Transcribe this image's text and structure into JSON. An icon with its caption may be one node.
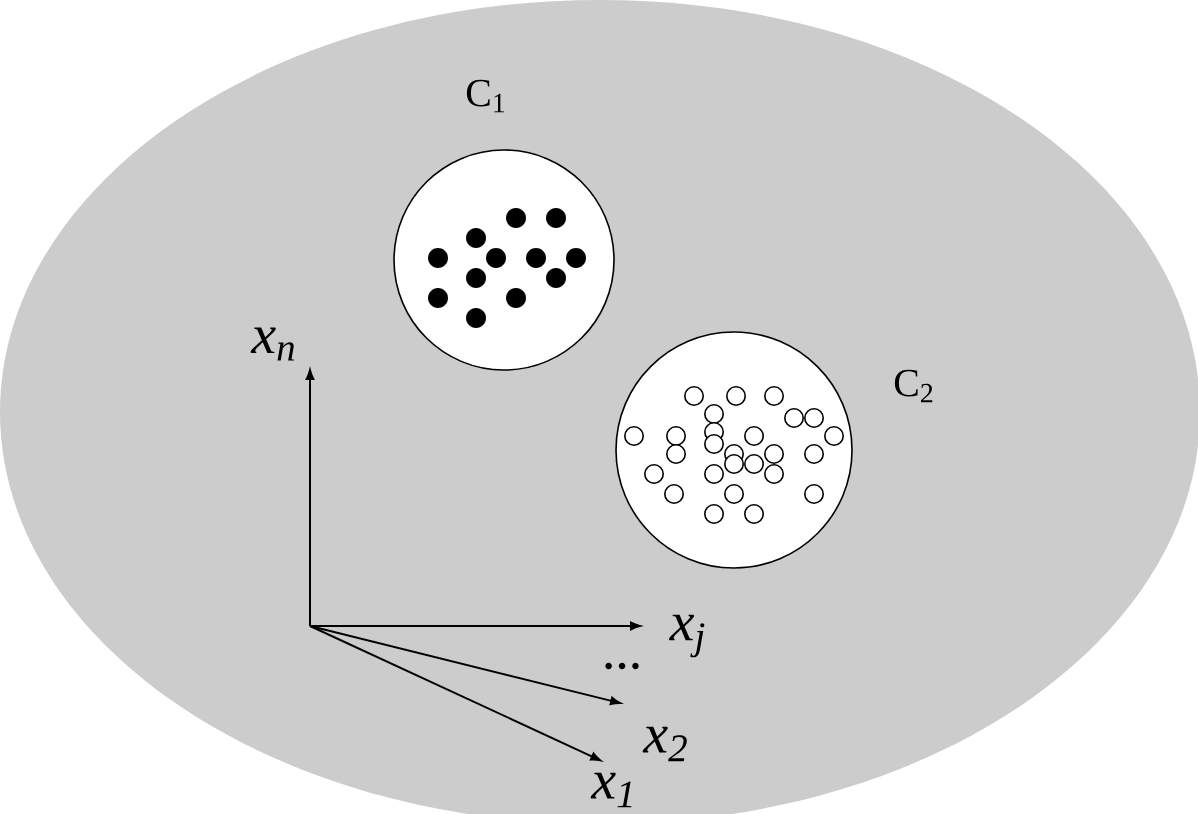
{
  "diagram": {
    "nodes": [
      {
        "text": [],
        "shape": "ellipse"
      },
      {
        "text": [
          "C$_{1}$"
        ],
        "in": 0
      },
      {
        "text": [
          "C$_{2}$"
        ],
        "in": 0
      }
    ],
    "labels": [
      "x$_{n}$",
      "x$_{j}$",
      "…",
      "x$_{2}$",
      "x$_{1}$"
    ]
  }
}
